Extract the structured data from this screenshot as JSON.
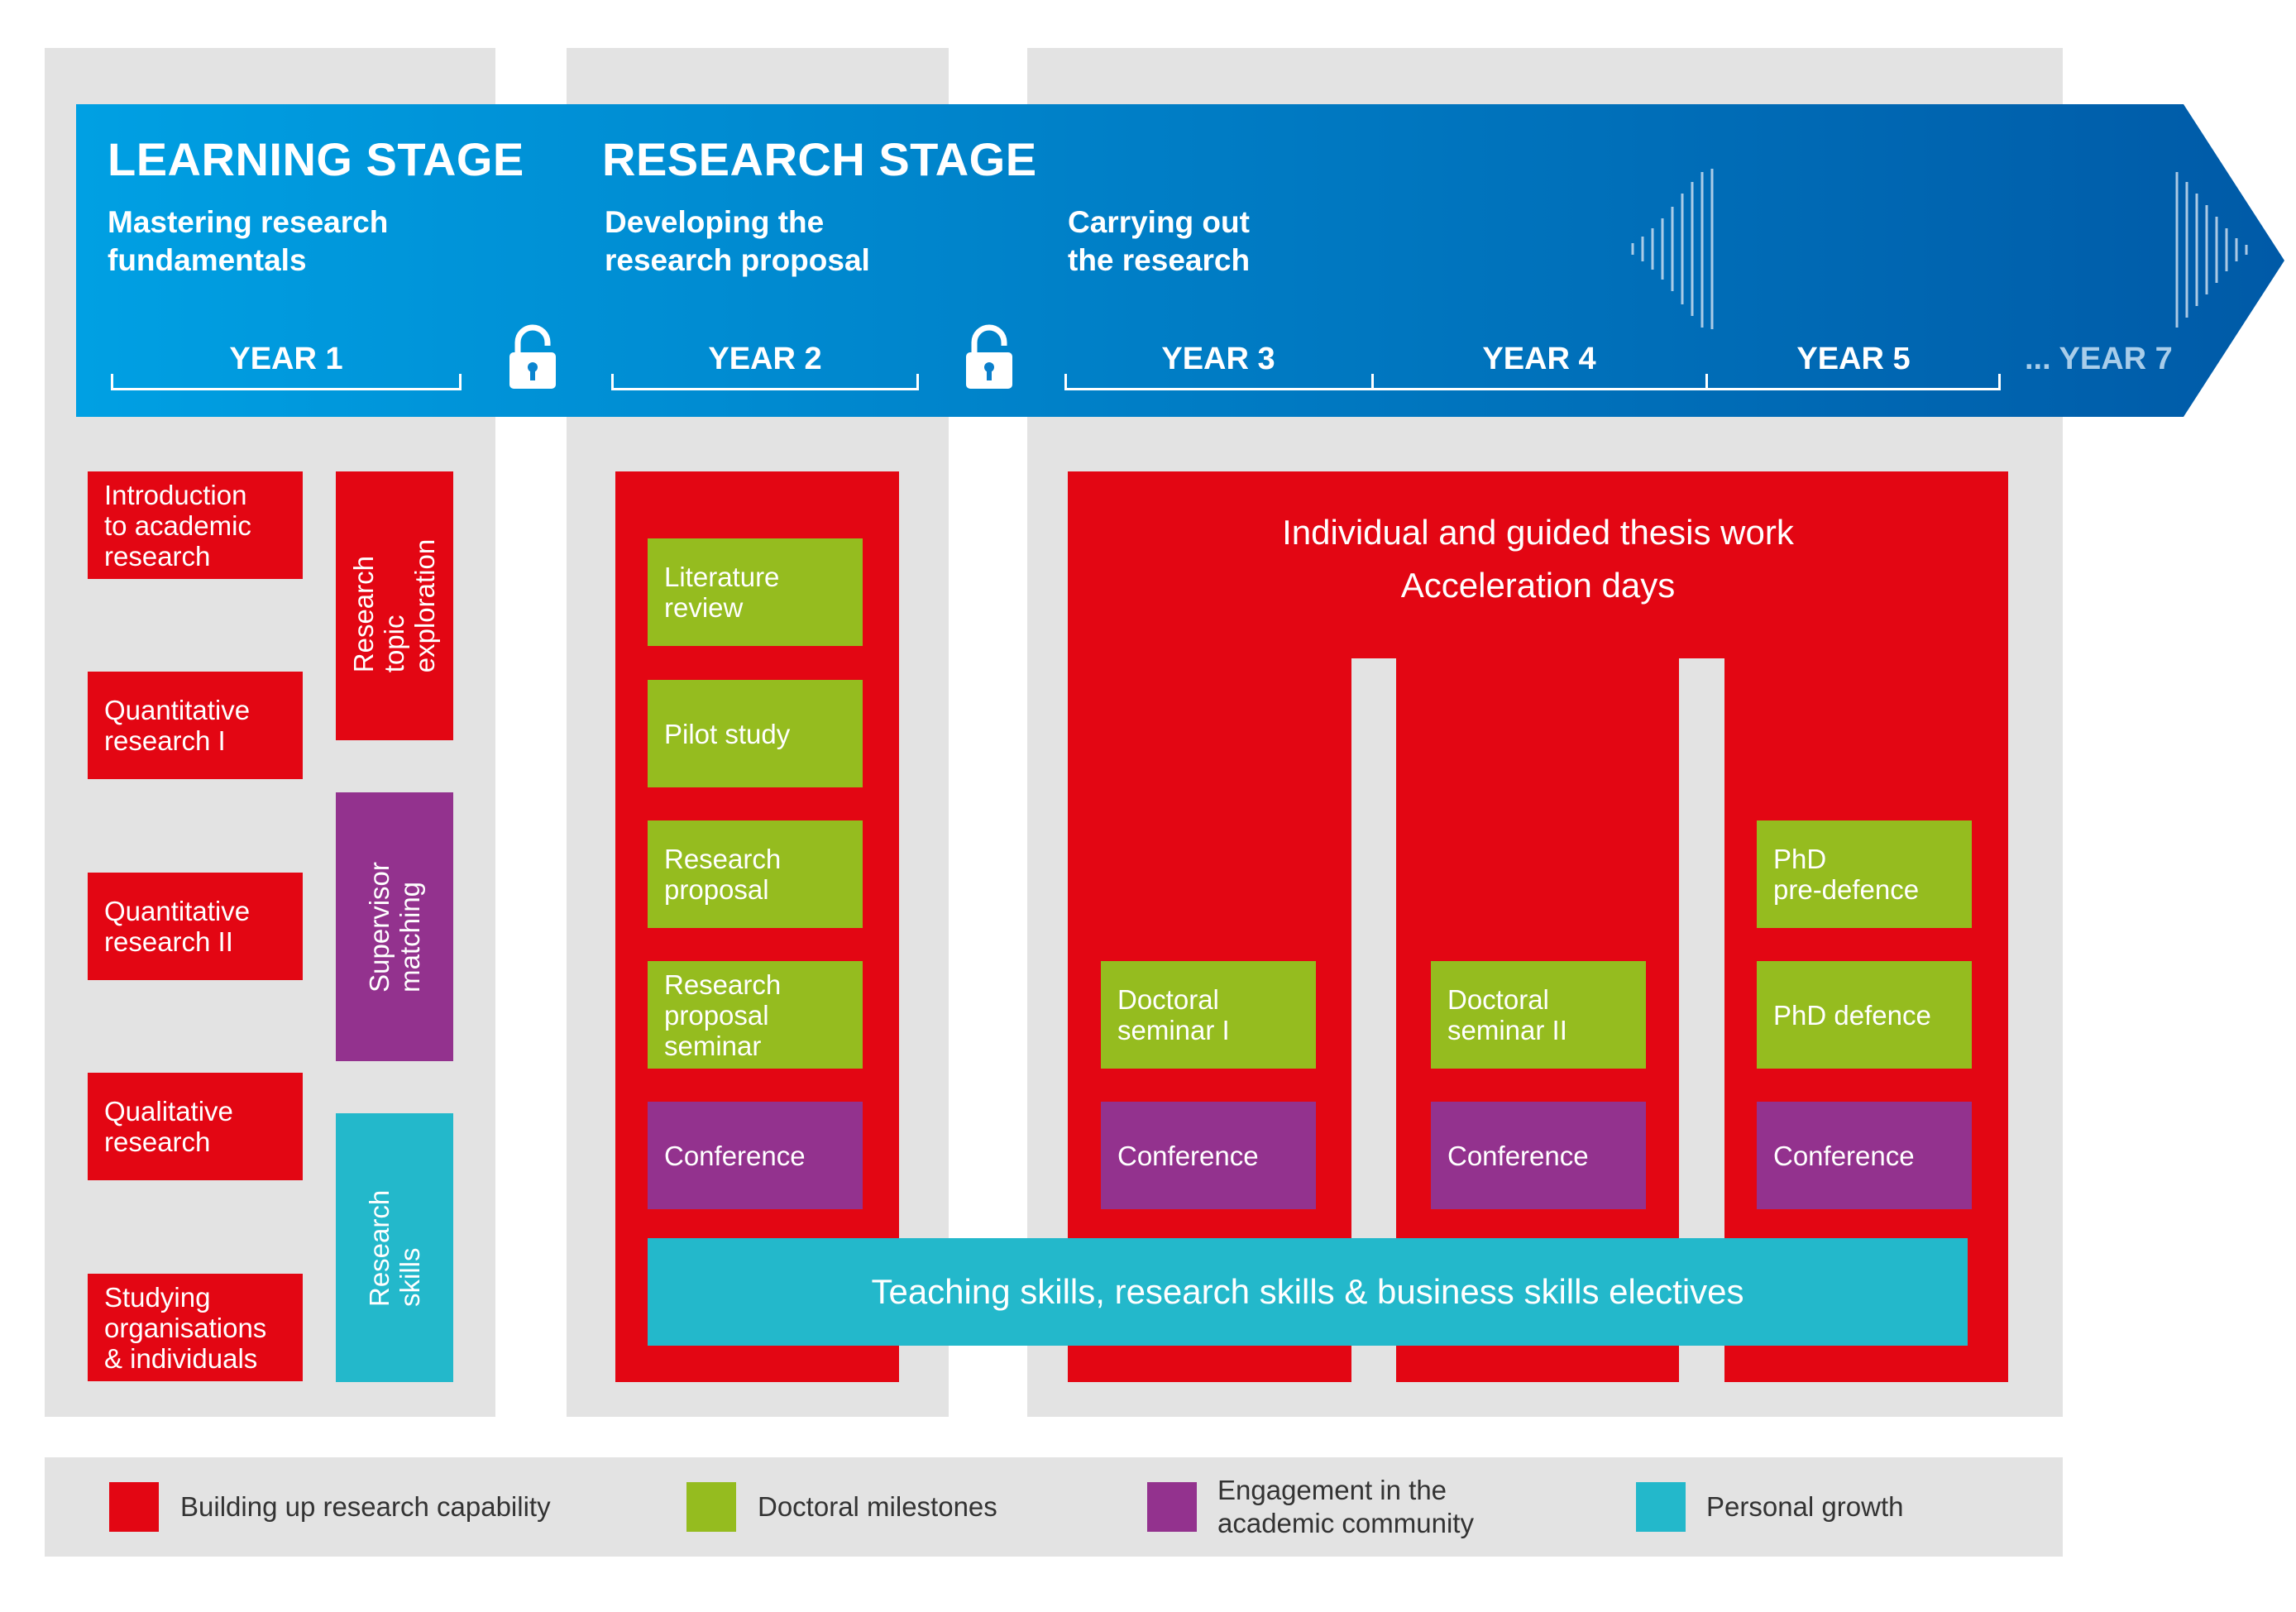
{
  "header": {
    "learning_title": "LEARNING STAGE",
    "learning_sub": "Mastering research\nfundamentals",
    "research_title": "RESEARCH STAGE",
    "developing_sub": "Developing the\nresearch proposal",
    "carrying_sub": "Carrying out\nthe research",
    "years": [
      "YEAR 1",
      "YEAR 2",
      "YEAR 3",
      "YEAR 4",
      "YEAR 5"
    ],
    "year7": "... YEAR 7",
    "colors": {
      "arrow_start": "#00a0e3",
      "arrow_end": "#005aa7"
    }
  },
  "year1": {
    "courses": [
      "Introduction\nto academic\nresearch",
      "Quantitative\nresearch I",
      "Quantitative\nresearch II",
      "Qualitative\nresearch",
      "Studying\norganisations\n& individuals"
    ],
    "vertical": [
      "Research topic\nexploration",
      "Supervisor\nmatching",
      "Research skills"
    ]
  },
  "year2": {
    "milestones": [
      "Literature\nreview",
      "Pilot study",
      "Research\nproposal",
      "Research\nproposal\nseminar"
    ],
    "conference": "Conference"
  },
  "research": {
    "line1": "Individual and guided thesis work",
    "line2": "Acceleration days",
    "year3_milestone": "Doctoral\nseminar I",
    "year4_milestone": "Doctoral\nseminar II",
    "year5_milestones": [
      "PhD\npre-defence",
      "PhD defence"
    ],
    "conference": "Conference"
  },
  "electives": "Teaching skills, research skills & business skills electives",
  "legend": [
    {
      "color": "#e30613",
      "label": "Building up research capability"
    },
    {
      "color": "#95bc1f",
      "label": "Doctoral milestones"
    },
    {
      "color": "#93328e",
      "label": "Engagement in the\nacademic community"
    },
    {
      "color": "#23b8cb",
      "label": "Personal growth"
    }
  ],
  "icons": [
    "lock-icon",
    "lock-icon",
    "sound-wave-icon",
    "sound-wave-icon"
  ]
}
